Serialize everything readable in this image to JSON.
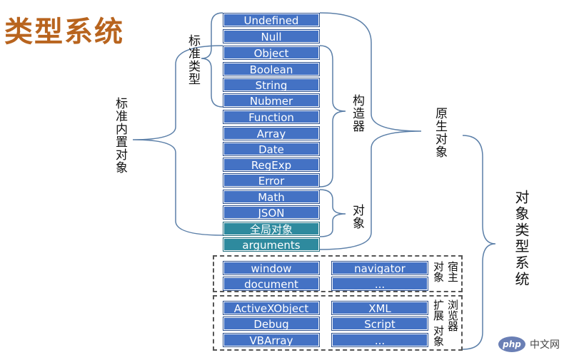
{
  "title": "类型系统",
  "column_left": [
    "Undefined",
    "Null",
    "Object",
    "Boolean",
    "String",
    "Nubmer",
    "Function",
    "Array",
    "Date",
    "RegExp",
    "Error",
    "Math",
    "JSON",
    "全局对象",
    "arguments"
  ],
  "host_objects": {
    "left": [
      "window",
      "document"
    ],
    "right": [
      "navigator",
      "..."
    ],
    "label_a": "对象",
    "label_b": "宿主"
  },
  "browser_ext": {
    "left": [
      "ActiveXObject",
      "Debug",
      "VBArray"
    ],
    "right": [
      "XML",
      "Script",
      "..."
    ],
    "label_a": "扩展",
    "label_b": "浏览器",
    "label_c": "对象"
  },
  "labels": {
    "standard_types": "标准类型",
    "standard_builtin": "标准内置对象",
    "constructors": "构造器",
    "objects": "对象",
    "native_objects": "原生对象",
    "object_type_system": "对象类型系统"
  },
  "watermark": {
    "logo": "php",
    "text": "中文网"
  },
  "colors": {
    "box_blue": "#4472c4",
    "box_teal": "#2e8a9e",
    "title": "#b8641e",
    "line": "#5b7fa8"
  }
}
